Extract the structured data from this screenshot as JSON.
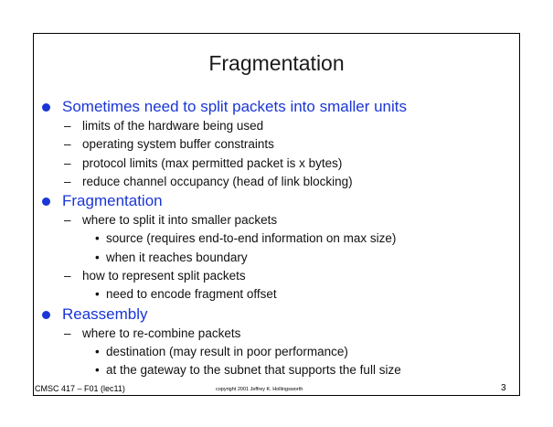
{
  "slide": {
    "title": "Fragmentation",
    "accent_color": "#1a36d6",
    "sections": [
      {
        "heading": "Sometimes need to split packets into smaller units",
        "items": [
          {
            "text": "limits of the hardware being used"
          },
          {
            "text": "operating system buffer constraints"
          },
          {
            "text": "protocol limits (max permitted packet is x bytes)"
          },
          {
            "text": "reduce channel occupancy (head of link blocking)"
          }
        ]
      },
      {
        "heading": "Fragmentation",
        "items": [
          {
            "text": "where to split it into smaller packets",
            "subitems": [
              "source (requires end-to-end information on max size)",
              "when it reaches boundary"
            ]
          },
          {
            "text": "how to represent split packets",
            "subitems": [
              "need to encode fragment offset"
            ]
          }
        ]
      },
      {
        "heading": "Reassembly",
        "items": [
          {
            "text": "where to re-combine packets",
            "subitems": [
              "destination (may result in poor performance)",
              "at the gateway to the subnet that supports the full size"
            ]
          }
        ]
      }
    ]
  },
  "footer": {
    "course": "CMSC 417 – F01  (lec11)",
    "copyright": "copyright 2001 Jeffrey K. Hollingsworth",
    "page_number": "3"
  },
  "glyphs": {
    "dash": "–",
    "dot": "•"
  }
}
